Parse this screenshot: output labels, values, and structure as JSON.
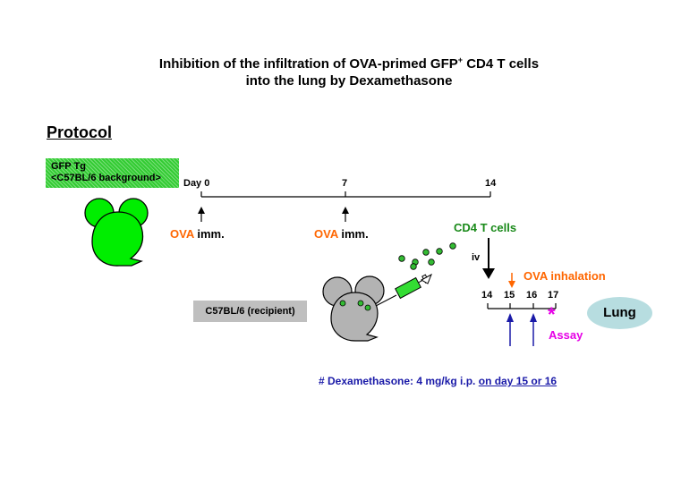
{
  "title": {
    "line1_a": "Inhibition of the infiltration of OVA-primed GFP",
    "line1_sup": "+",
    "line1_b": " CD4 T cells",
    "line2": "into the lung by Dexamethasone"
  },
  "protocol_label": "Protocol",
  "donor": {
    "line1": "GFP Tg",
    "line2": "<C57BL/6 background>"
  },
  "recipient_label": "C57BL/6 (recipient)",
  "timeline": {
    "day0": "Day 0",
    "day7": "7",
    "day14": "14"
  },
  "immunization": {
    "ova": "OVA",
    "imm": " imm."
  },
  "transfer": {
    "cells": "CD4 T cells",
    "route": "iv"
  },
  "inhalation": "OVA inhalation",
  "days": [
    "14",
    "15",
    "16",
    "17"
  ],
  "assay": {
    "star": "*",
    "label": "Assay"
  },
  "lung": "Lung",
  "dexamethasone": {
    "text": "# Dexamethasone: 4 mg/kg i.p. ",
    "underlined": "on day 15 or 16"
  },
  "colors": {
    "donor_mouse": "#00ee00",
    "recipient_mouse": "#b3b3b3",
    "ova": "#ff6600",
    "cells_text": "#1a8a1a",
    "assay": "#e600e6",
    "dex_arrow": "#1a1aa8",
    "lung": "#b7dde0"
  }
}
